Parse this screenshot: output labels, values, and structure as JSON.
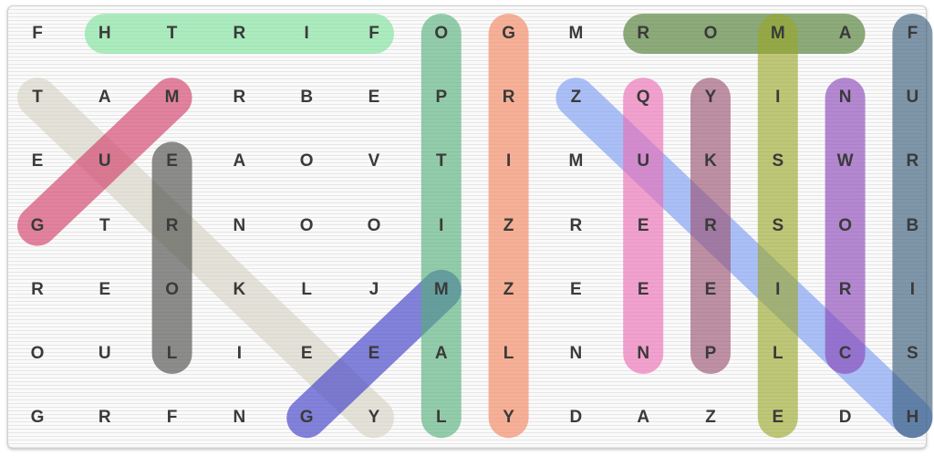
{
  "puzzle": {
    "rows": [
      [
        "F",
        "H",
        "T",
        "R",
        "I",
        "F",
        "O",
        "G",
        "M",
        "R",
        "O",
        "M",
        "A",
        "F"
      ],
      [
        "T",
        "A",
        "M",
        "R",
        "B",
        "E",
        "P",
        "R",
        "Z",
        "Q",
        "Y",
        "I",
        "N",
        "U"
      ],
      [
        "E",
        "U",
        "E",
        "A",
        "O",
        "V",
        "T",
        "I",
        "M",
        "U",
        "K",
        "S",
        "W",
        "R"
      ],
      [
        "G",
        "T",
        "R",
        "N",
        "O",
        "O",
        "I",
        "Z",
        "R",
        "E",
        "R",
        "S",
        "O",
        "B"
      ],
      [
        "R",
        "E",
        "O",
        "K",
        "L",
        "J",
        "M",
        "Z",
        "E",
        "E",
        "E",
        "I",
        "R",
        "I"
      ],
      [
        "O",
        "U",
        "L",
        "I",
        "E",
        "E",
        "A",
        "L",
        "N",
        "N",
        "P",
        "L",
        "C",
        "S"
      ],
      [
        "G",
        "R",
        "F",
        "N",
        "G",
        "Y",
        "L",
        "Y",
        "D",
        "A",
        "Z",
        "E",
        "D",
        "H"
      ]
    ]
  },
  "found_words": [
    {
      "start": [
        0,
        1
      ],
      "end": [
        0,
        5
      ],
      "color": "#7be39a"
    },
    {
      "start": [
        1,
        0
      ],
      "end": [
        6,
        5
      ],
      "color": "#d6d2c4"
    },
    {
      "start": [
        3,
        0
      ],
      "end": [
        1,
        2
      ],
      "color": "#d23a66"
    },
    {
      "start": [
        2,
        2
      ],
      "end": [
        5,
        2
      ],
      "color": "#4a4a48"
    },
    {
      "start": [
        6,
        4
      ],
      "end": [
        4,
        6
      ],
      "color": "#3a3ac8"
    },
    {
      "start": [
        0,
        6
      ],
      "end": [
        6,
        6
      ],
      "color": "#55b07a"
    },
    {
      "start": [
        0,
        7
      ],
      "end": [
        6,
        7
      ],
      "color": "#f5845c"
    },
    {
      "start": [
        1,
        8
      ],
      "end": [
        6,
        13
      ],
      "color": "#7a9cf5"
    },
    {
      "start": [
        1,
        9
      ],
      "end": [
        5,
        9
      ],
      "color": "#ec6cb4"
    },
    {
      "start": [
        1,
        10
      ],
      "end": [
        5,
        10
      ],
      "color": "#9a5070"
    },
    {
      "start": [
        0,
        9
      ],
      "end": [
        0,
        12
      ],
      "color": "#4a7a2c"
    },
    {
      "start": [
        0,
        11
      ],
      "end": [
        6,
        11
      ],
      "color": "#9aa828"
    },
    {
      "start": [
        1,
        12
      ],
      "end": [
        5,
        12
      ],
      "color": "#8a44b8"
    },
    {
      "start": [
        0,
        13
      ],
      "end": [
        6,
        13
      ],
      "color": "#355a78"
    }
  ]
}
